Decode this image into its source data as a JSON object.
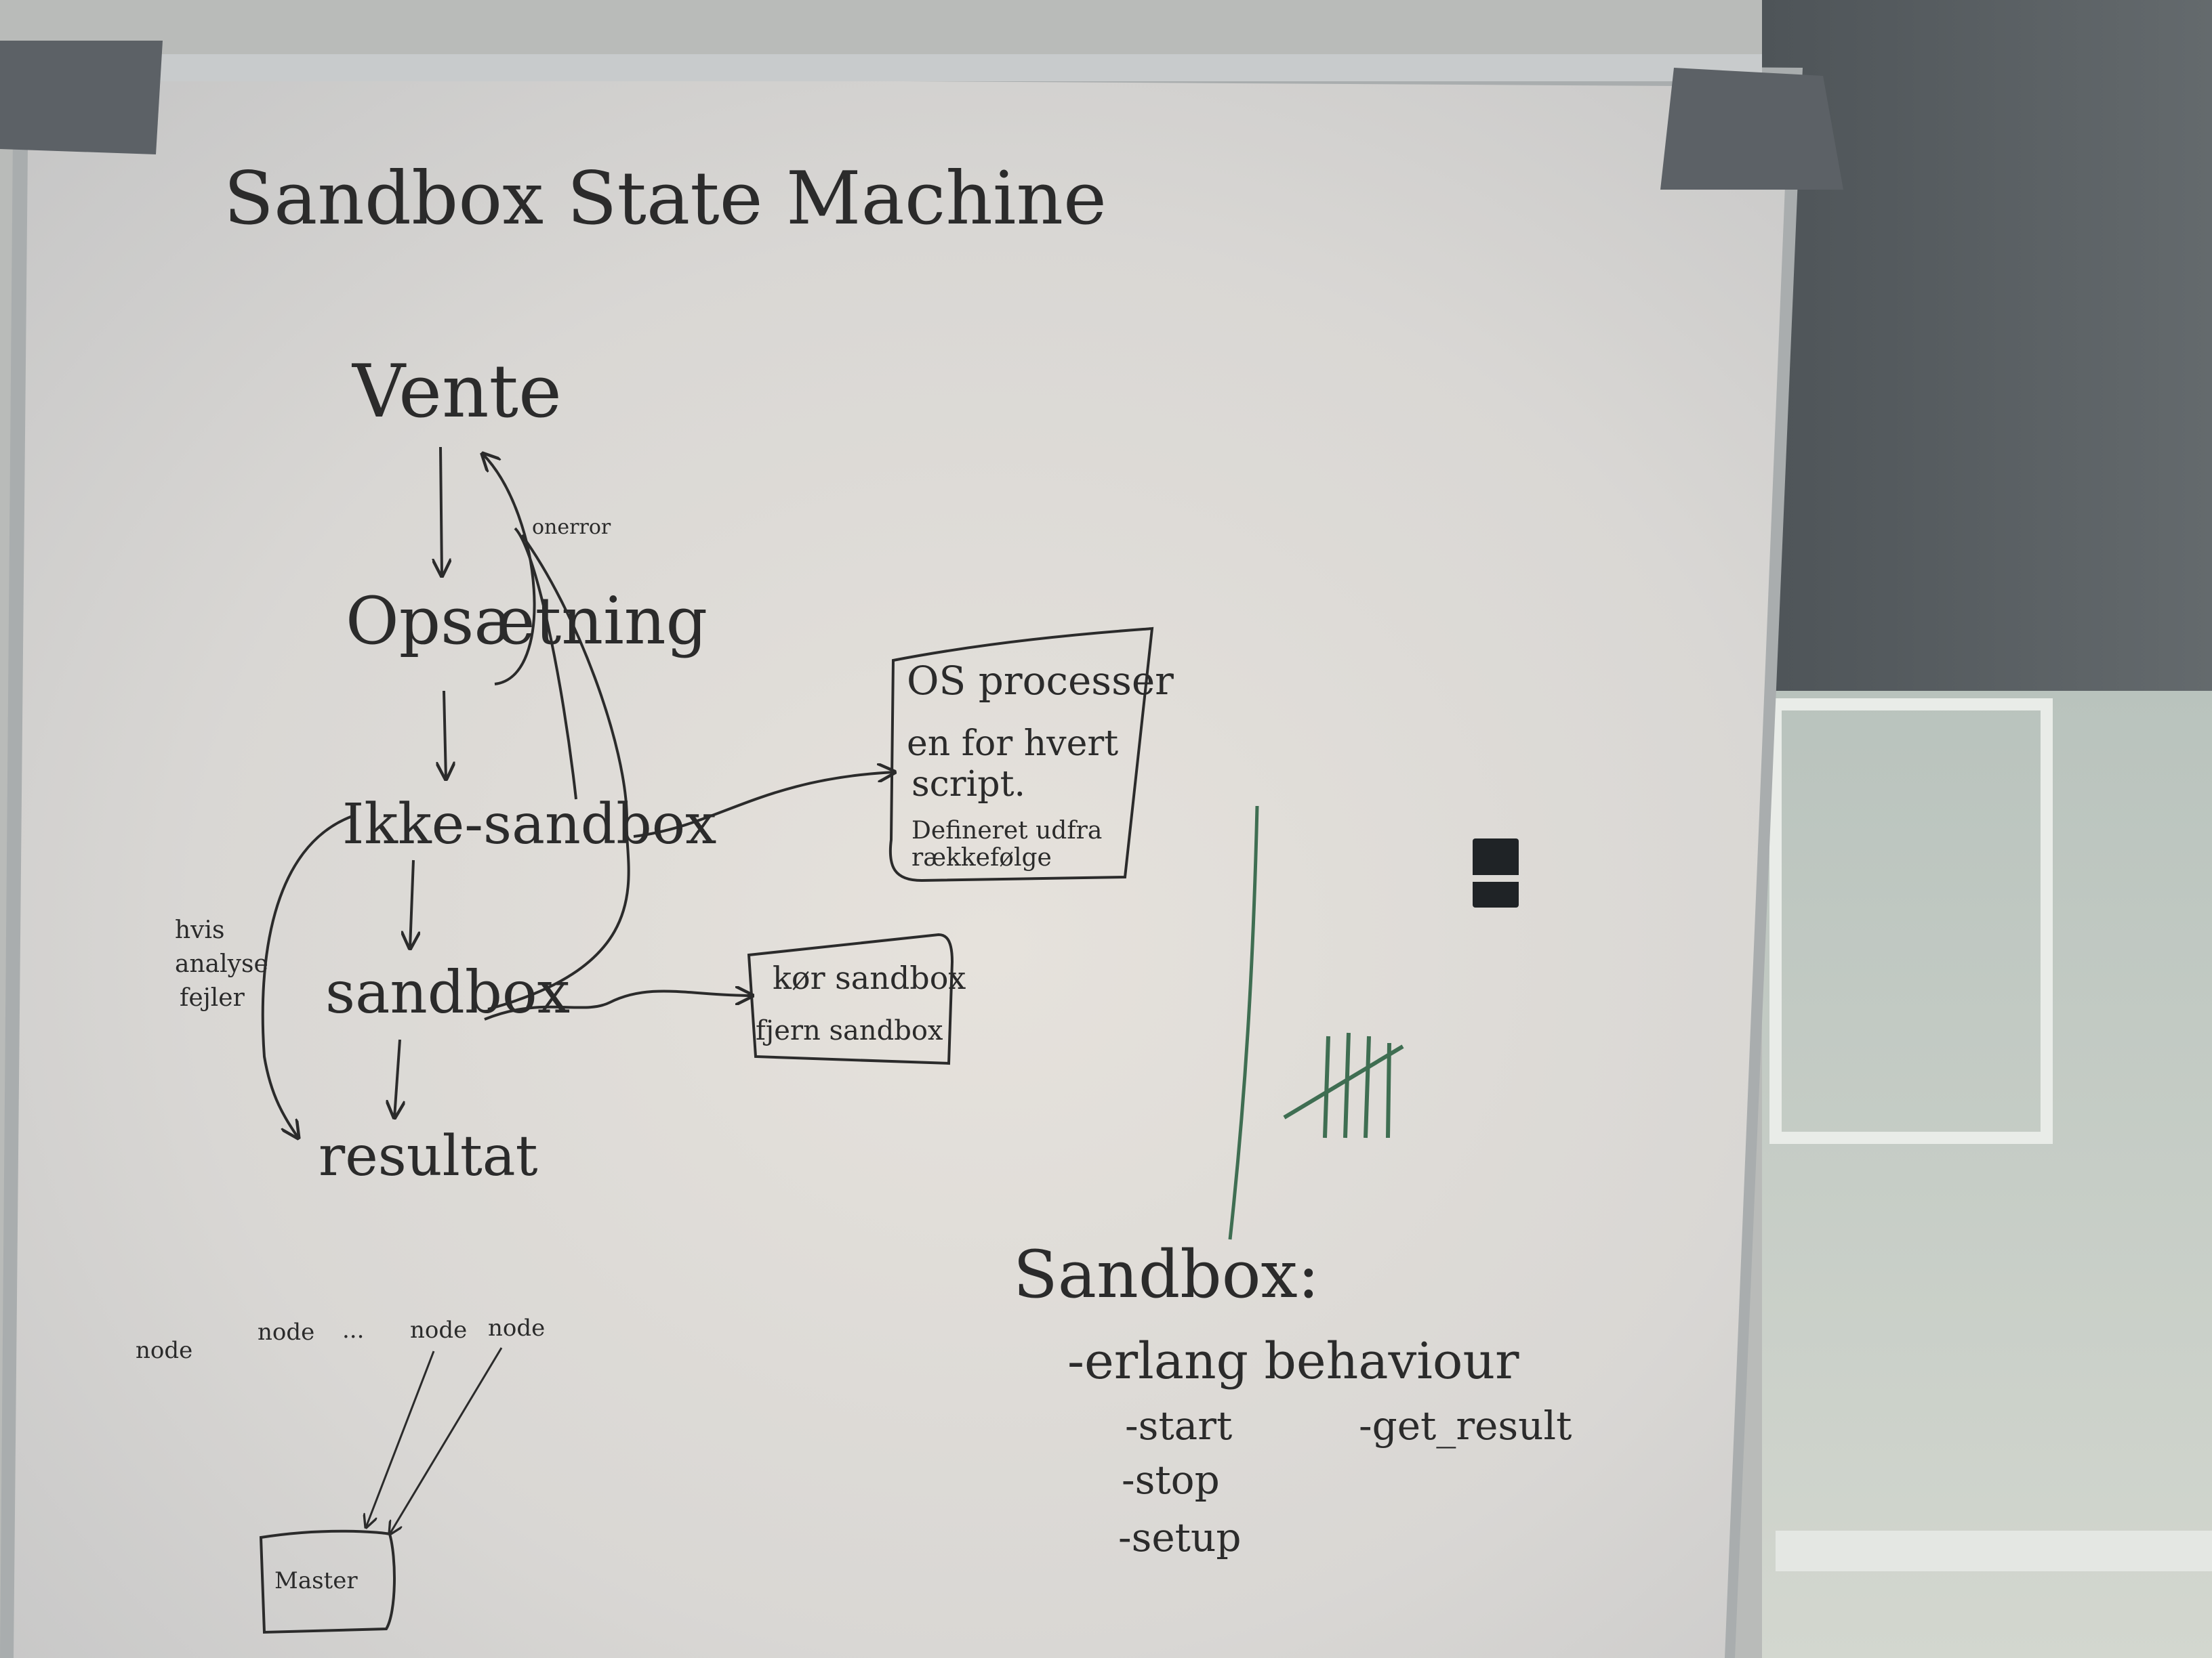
{
  "whiteboard": {
    "title": "Sandbox State Machine",
    "states": {
      "vente": "Vente",
      "opsaetning": "Opsætning",
      "ikke_sandbox": "Ikke-sandbox",
      "sandbox": "sandbox",
      "resultat": "resultat"
    },
    "edge_labels": {
      "on_error": "onerror",
      "hvis_analyse_fejler": [
        "hvis",
        "analyse",
        "fejler"
      ]
    },
    "os_box": [
      "OS processer",
      "en for hvert",
      "script.",
      "Defineret udfra",
      "rækkefølge"
    ],
    "sandbox_box": [
      "kør sandbox",
      "fjern sandbox"
    ],
    "nodes": [
      "node",
      "node",
      "...",
      "node",
      "node"
    ],
    "master": "Master",
    "sandbox_notes": {
      "heading": "Sandbox:",
      "behaviour": "-erlang behaviour",
      "callbacks": [
        "-start",
        "-stop",
        "-setup",
        "-get_result"
      ]
    }
  },
  "colors": {
    "board": "#dcdad6",
    "marker": "#2b2b2b",
    "green_marker": "#3f6e52",
    "frame": "#9aa0a3",
    "tape": "#5c6166",
    "curtain": "#5a6064",
    "window": "#c7cfc8"
  }
}
